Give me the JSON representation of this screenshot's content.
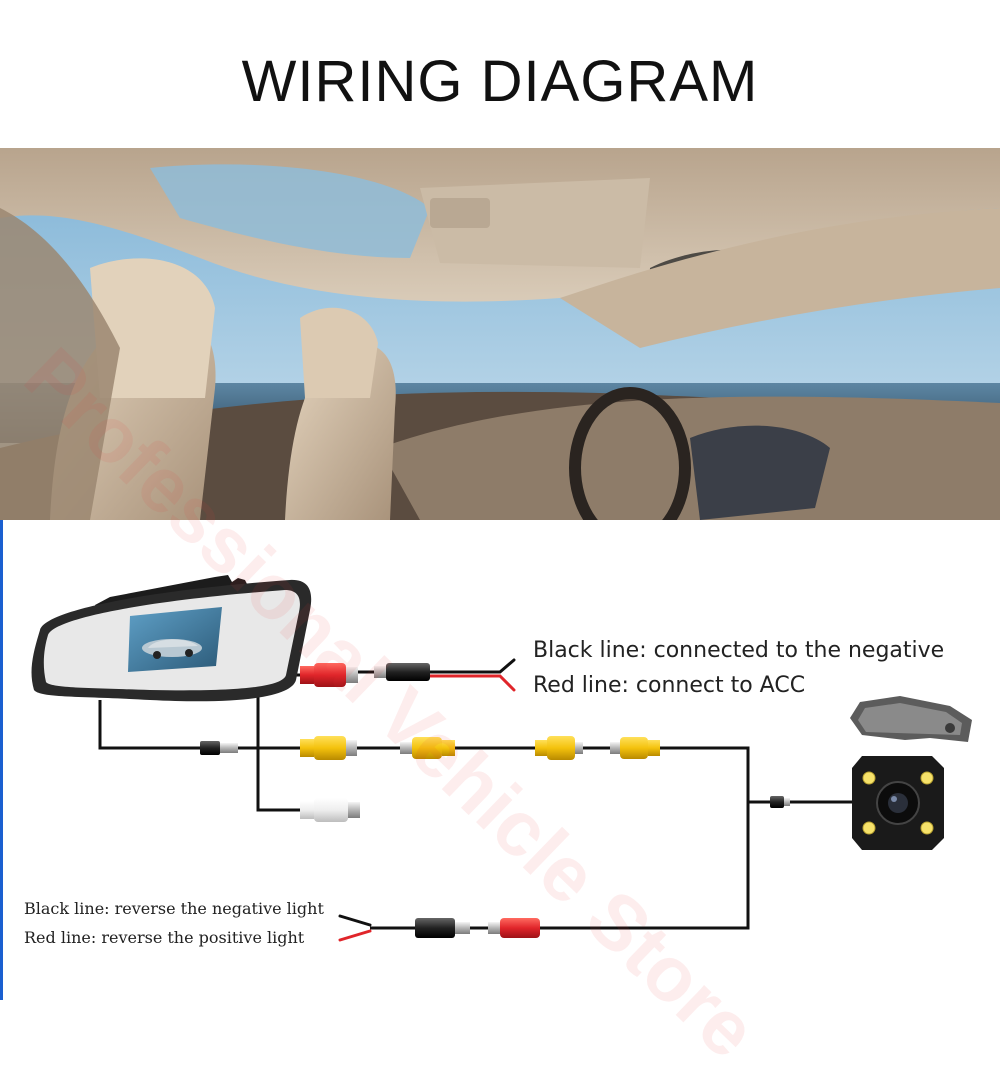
{
  "title": "WIRING DIAGRAM",
  "watermark": "Professional Vehicle Store",
  "notes": {
    "acc_black": "Black line: connected to the negative",
    "acc_red": "Red line: connect to ACC",
    "reverse_black": "Black line: reverse the negative light",
    "reverse_red": "Red line: reverse the positive light"
  },
  "icons": [
    "rearview-mirror-monitor-icon",
    "backup-camera-icon",
    "rca-connector-icon",
    "dc-plug-icon"
  ],
  "colors": {
    "wire": "#111111",
    "red": "#e0252a",
    "yellow": "#f4c20d",
    "white": "#f2f2f2",
    "mirror": "#2a2a2a"
  }
}
